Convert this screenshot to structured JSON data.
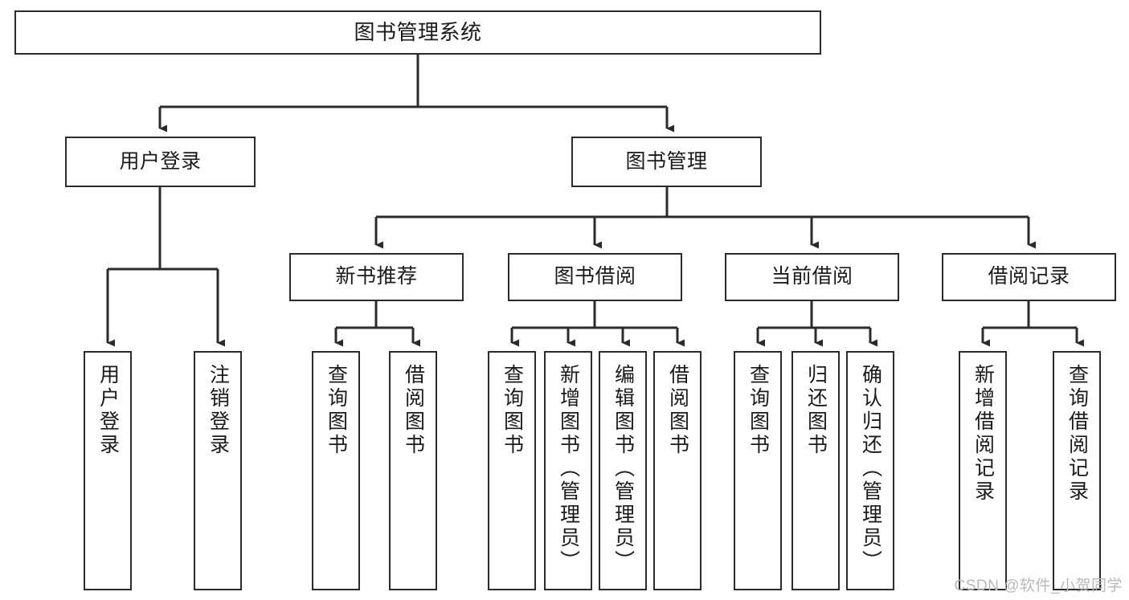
{
  "diagram": {
    "title": "图书管理系统",
    "watermark": "CSDN @软件_小贺同学",
    "stroke_color": "#2b2b2b",
    "background_color": "#ffffff",
    "watermark_color": "#b9b9b9",
    "nodes": {
      "root": {
        "label": "图书管理系统"
      },
      "level2": [
        {
          "id": "user-login",
          "label": "用户登录"
        },
        {
          "id": "book-management",
          "label": "图书管理"
        }
      ],
      "level3": [
        {
          "id": "new-book-recommend",
          "label": "新书推荐"
        },
        {
          "id": "book-borrow",
          "label": "图书借阅"
        },
        {
          "id": "current-borrow",
          "label": "当前借阅"
        },
        {
          "id": "borrow-record",
          "label": "借阅记录"
        }
      ],
      "leaves": [
        {
          "id": "leaf-user-login",
          "label": "用户登录",
          "parent": "user-login"
        },
        {
          "id": "leaf-logout",
          "label": "注销登录",
          "parent": "user-login"
        },
        {
          "id": "leaf-query-book-1",
          "label": "查询图书",
          "parent": "new-book-recommend"
        },
        {
          "id": "leaf-borrow-book-1",
          "label": "借阅图书",
          "parent": "new-book-recommend"
        },
        {
          "id": "leaf-query-book-2",
          "label": "查询图书",
          "parent": "book-borrow"
        },
        {
          "id": "leaf-add-book",
          "label": "新增图书（管理员）",
          "parent": "book-borrow"
        },
        {
          "id": "leaf-edit-book",
          "label": "编辑图书（管理员）",
          "parent": "book-borrow"
        },
        {
          "id": "leaf-borrow-book-2",
          "label": "借阅图书",
          "parent": "book-borrow"
        },
        {
          "id": "leaf-query-book-3",
          "label": "查询图书",
          "parent": "current-borrow"
        },
        {
          "id": "leaf-return-book",
          "label": "归还图书",
          "parent": "current-borrow"
        },
        {
          "id": "leaf-confirm-return",
          "label": "确认归还（管理员）",
          "parent": "current-borrow"
        },
        {
          "id": "leaf-add-record",
          "label": "新增借阅记录",
          "parent": "borrow-record"
        },
        {
          "id": "leaf-query-record",
          "label": "查询借阅记录",
          "parent": "borrow-record"
        }
      ]
    }
  }
}
